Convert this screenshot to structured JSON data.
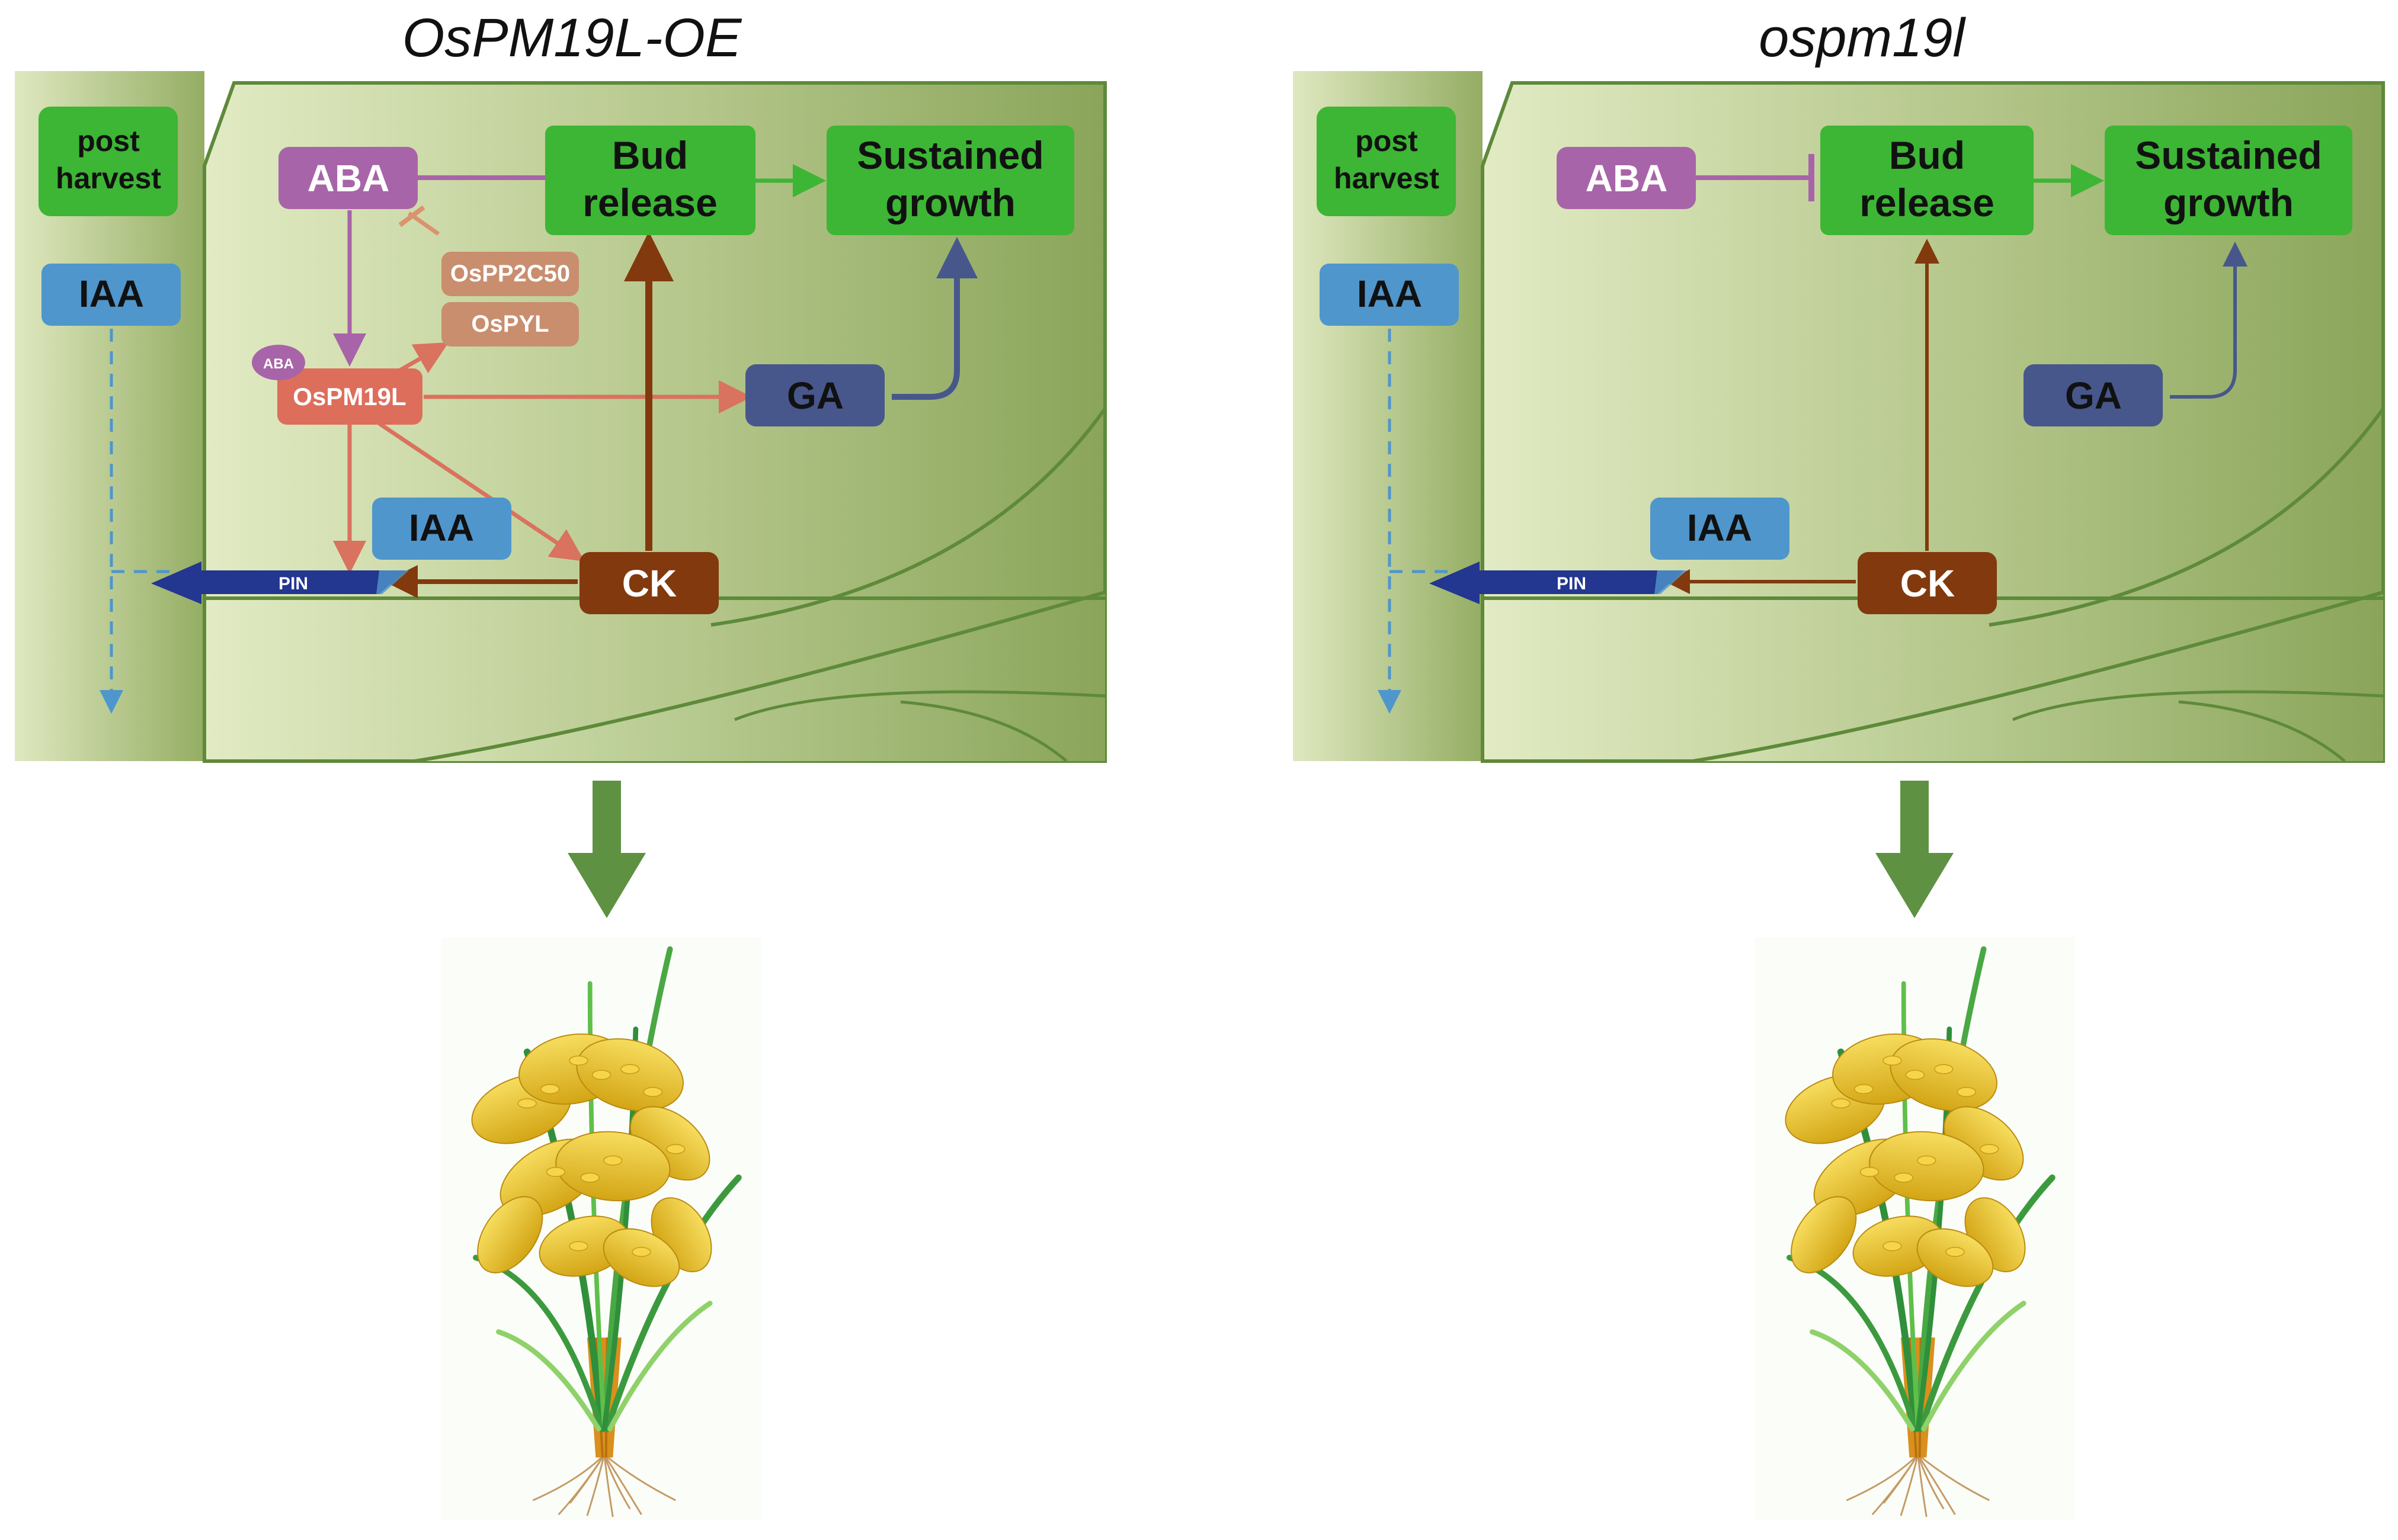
{
  "panels": [
    {
      "title": "OsPM19L-OE",
      "post_harvest": [
        "post",
        "harvest"
      ],
      "stem_iaa": "IAA",
      "aba": "ABA",
      "aba_badge": "ABA",
      "bud_release": [
        "Bud",
        "release"
      ],
      "sustained_growth": [
        "Sustained",
        "growth"
      ],
      "ospp2c50": "OsPP2C50",
      "ospyl": "OsPYL",
      "ospm19l": "OsPM19L",
      "ga": "GA",
      "iaa": "IAA",
      "pin": "PIN",
      "ck": "CK"
    },
    {
      "title": "ospm19l",
      "post_harvest": [
        "post",
        "harvest"
      ],
      "stem_iaa": "IAA",
      "aba": "ABA",
      "bud_release": [
        "Bud",
        "release"
      ],
      "sustained_growth": [
        "Sustained",
        "growth"
      ],
      "ga": "GA",
      "iaa": "IAA",
      "pin": "PIN",
      "ck": "CK"
    }
  ],
  "colors": {
    "green_box": "#3db535",
    "aba": "#a864a8",
    "iaa": "#4f96cc",
    "ga": "#47578c",
    "ck": "#82390d",
    "ospm19l": "#dd6e5c",
    "osp_small": "#c98e6e",
    "pin": "#233690",
    "big_arrow": "#5e9242"
  }
}
